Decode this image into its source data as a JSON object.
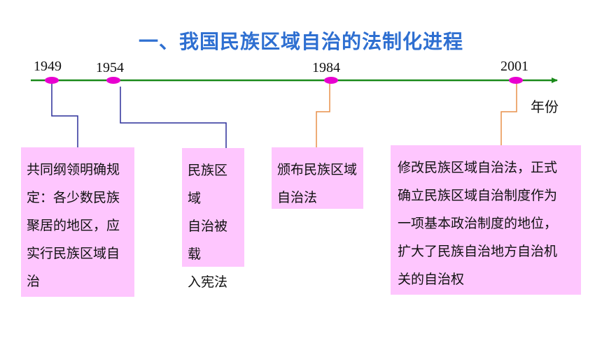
{
  "title": "一、我国民族区域自治的法制化进程",
  "axis": {
    "label": "年份"
  },
  "events": [
    {
      "year": "1949",
      "text": "共同纲领明确规定：各少数民族聚居的地区，应实行民族区域自治"
    },
    {
      "year": "1954",
      "text": "民族区域自治被载入宪法"
    },
    {
      "year": "1984",
      "text": "颁布民族区域自治法"
    },
    {
      "year": "2001",
      "text": "修改民族区域自治法，正式确立民族区域自治制度作为一项基本政治制度的地位，扩大了民族自治地方自治机关的自治权"
    }
  ],
  "colors": {
    "axis": "#1a8a1a",
    "marker": "#e800d0",
    "title": "#2e6fd1",
    "box": "#fec6fe",
    "connector_blue": "#2b2f9a",
    "connector_orange": "#e8904a"
  }
}
